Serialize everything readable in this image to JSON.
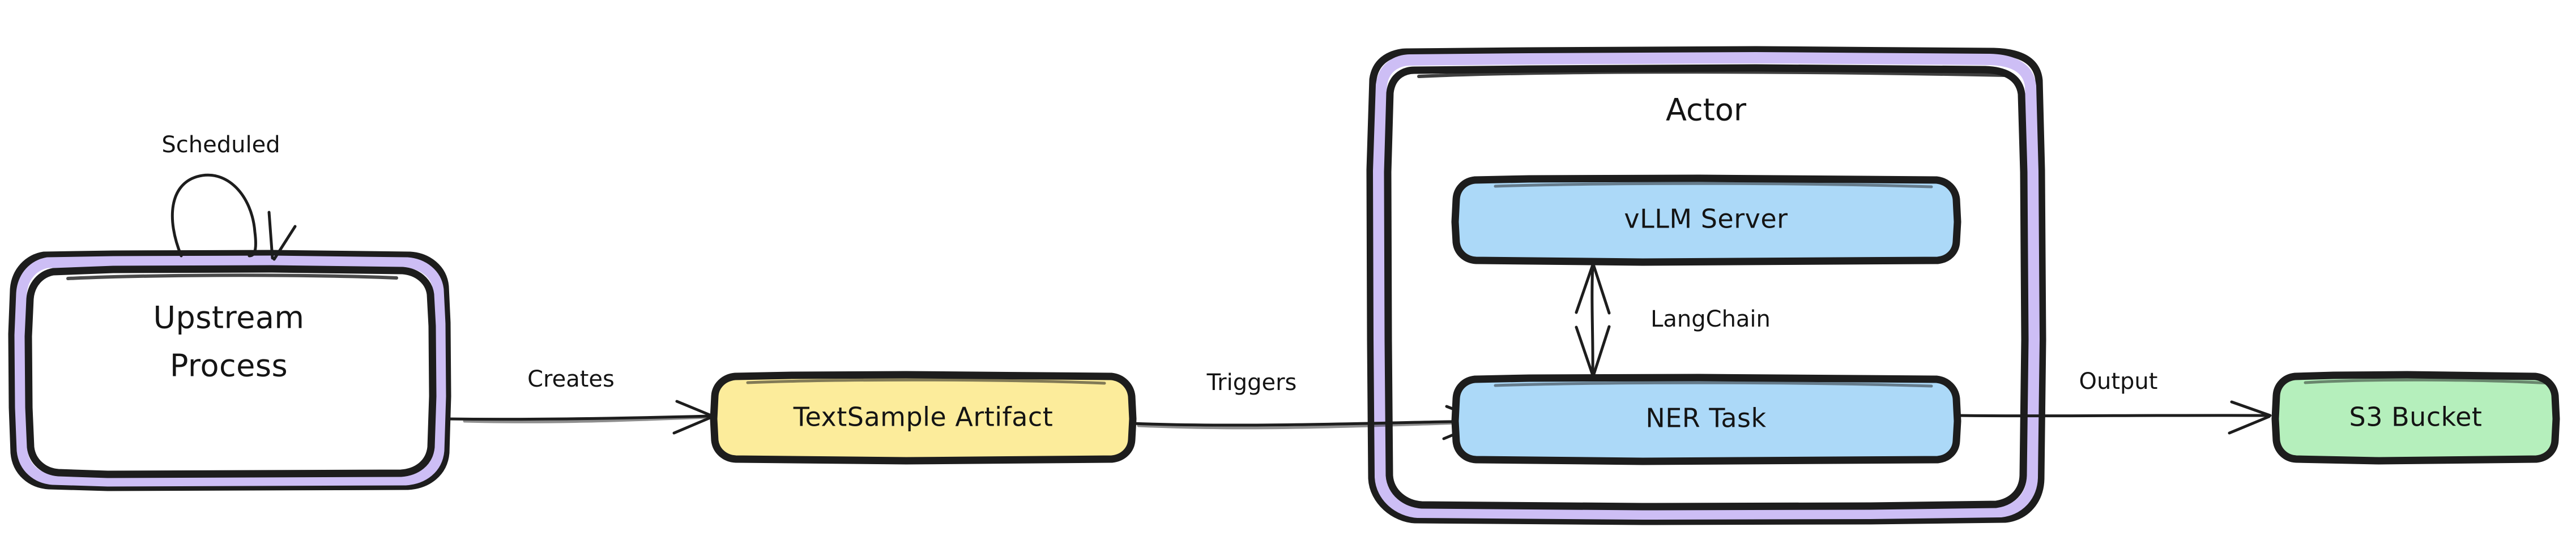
{
  "diagram": {
    "type": "flowchart",
    "direction": "left-to-right",
    "background": "#ffffff",
    "colors": {
      "stroke": "#1d1d1d",
      "cluster_border": "#cdbef5",
      "artifact_fill": "#fcec9b",
      "task_fill": "#acd9f8",
      "storage_fill": "#b5efbc",
      "process_fill": "#ffffff",
      "text": "#141414"
    }
  },
  "nodes": {
    "upstream_process": {
      "label_line1": "Upstream",
      "label_line2": "Process",
      "shape": "rounded-rect-double-border",
      "fill": "#ffffff"
    },
    "text_sample_artifact": {
      "label": "TextSample Artifact",
      "shape": "rounded-rect",
      "fill": "#fcec9b"
    },
    "vllm_server": {
      "label": "vLLM Server",
      "shape": "rounded-rect",
      "fill": "#acd9f8"
    },
    "ner_task": {
      "label": "NER Task",
      "shape": "rounded-rect",
      "fill": "#acd9f8"
    },
    "s3_bucket": {
      "label": "S3 Bucket",
      "shape": "rounded-rect",
      "fill": "#b5efbc"
    }
  },
  "cluster": {
    "actor": {
      "title": "Actor",
      "border_color": "#cdbef5",
      "fill": "#ffffff",
      "children": [
        "vllm_server",
        "ner_task"
      ]
    }
  },
  "edges": [
    {
      "id": "scheduled-loop",
      "label": "Scheduled",
      "from": "upstream_process",
      "to": "upstream_process",
      "kind": "self-loop",
      "arrow": "single"
    },
    {
      "id": "creates",
      "label": "Creates",
      "from": "upstream_process",
      "to": "text_sample_artifact",
      "kind": "straight",
      "arrow": "single"
    },
    {
      "id": "triggers",
      "label": "Triggers",
      "from": "text_sample_artifact",
      "to": "ner_task",
      "kind": "straight",
      "arrow": "single"
    },
    {
      "id": "langchain",
      "label": "LangChain",
      "from": "vllm_server",
      "to": "ner_task",
      "kind": "vertical",
      "arrow": "double"
    },
    {
      "id": "output",
      "label": "Output",
      "from": "ner_task",
      "to": "s3_bucket",
      "kind": "straight",
      "arrow": "single"
    }
  ]
}
